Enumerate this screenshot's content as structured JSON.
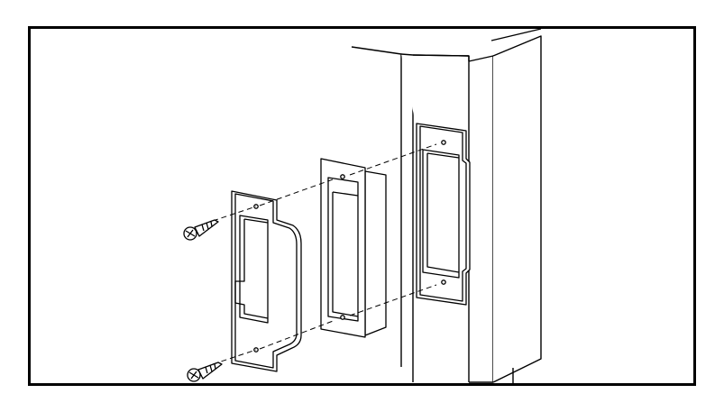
{
  "diagram": {
    "kind": "exploded-assembly",
    "components": [
      {
        "id": "door-frame",
        "label": ""
      },
      {
        "id": "mortise-cutout",
        "label": ""
      },
      {
        "id": "strike-box",
        "label": ""
      },
      {
        "id": "strike-plate",
        "label": ""
      },
      {
        "id": "mounting-screw-top",
        "label": ""
      },
      {
        "id": "mounting-screw-bottom",
        "label": ""
      }
    ],
    "text": [],
    "colors": {
      "line": "#000000",
      "fill": "#ffffff"
    }
  }
}
